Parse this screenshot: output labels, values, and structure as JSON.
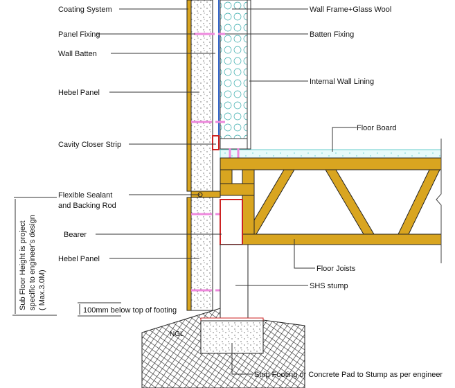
{
  "labels": {
    "coating_system": "Coating System",
    "panel_fixing": "Panel Fixing",
    "wall_batten": "Wall Batten",
    "hebel_panel_upper": "Hebel Panel",
    "cavity_closer": "Cavity Closer Strip",
    "sealant_line1": "Flexible  Sealant",
    "sealant_line2": "and Backing Rod",
    "bearer": "Bearer",
    "hebel_panel_lower": "Hebel Panel",
    "footing_depth": "100mm below top of footing",
    "wall_frame": "Wall Frame+Glass Wool",
    "batten_fixing": "Batten Fixing",
    "internal_lining": "Internal  Wall Lining",
    "floor_board": "Floor Board",
    "floor_joists": "Floor Joists",
    "shs_stump": "SHS  stump",
    "strip_footing": "Strip Footing or Concrete Pad to Stump as per engineer",
    "ngl": "NGL",
    "subfloor_line1": "Sub Floor Height is project",
    "subfloor_line2": "specific to engineer's design",
    "subfloor_line3": "( Max.3.0M)"
  },
  "colors": {
    "timber": "#d9a520",
    "fixing": "#ee88dd",
    "closer": "#cc2222",
    "wool": "#33aaaa"
  }
}
